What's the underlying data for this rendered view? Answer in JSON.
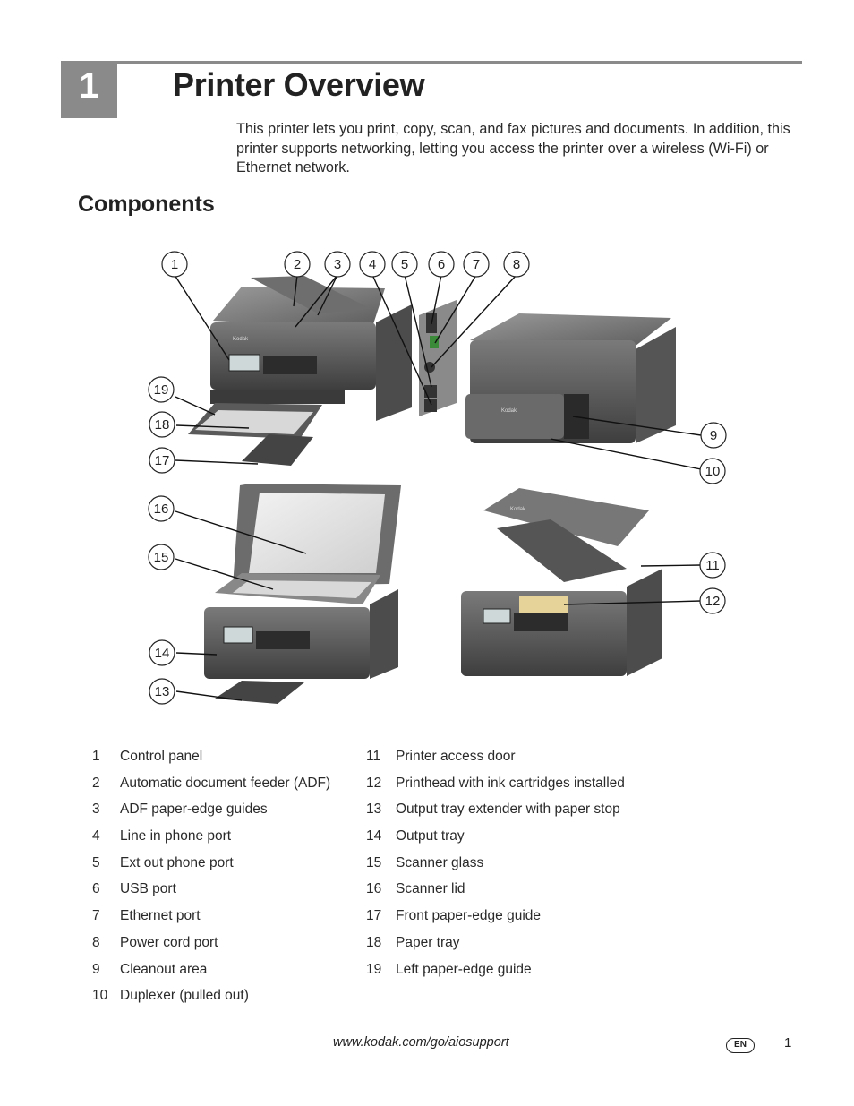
{
  "chapter_number": "1",
  "title": "Printer Overview",
  "intro": "This printer lets you print, copy, scan, and fax pictures and documents. In addition, this printer supports networking, letting you access the printer over a wireless (Wi-Fi) or Ethernet network.",
  "section_heading": "Components",
  "figure": {
    "brand_label": "Kodak",
    "callouts": [
      "1",
      "2",
      "3",
      "4",
      "5",
      "6",
      "7",
      "8",
      "9",
      "10",
      "11",
      "12",
      "13",
      "14",
      "15",
      "16",
      "17",
      "18",
      "19"
    ]
  },
  "components_left": [
    {
      "num": "1",
      "label": "Control panel"
    },
    {
      "num": "2",
      "label": "Automatic document feeder (ADF)"
    },
    {
      "num": "3",
      "label": "ADF paper-edge guides"
    },
    {
      "num": "4",
      "label": "Line in phone port"
    },
    {
      "num": "5",
      "label": "Ext out phone port"
    },
    {
      "num": "6",
      "label": "USB port"
    },
    {
      "num": "7",
      "label": "Ethernet port"
    },
    {
      "num": "8",
      "label": "Power cord port"
    },
    {
      "num": "9",
      "label": "Cleanout area"
    },
    {
      "num": "10",
      "label": "Duplexer (pulled out)"
    }
  ],
  "components_right": [
    {
      "num": "11",
      "label": "Printer access door"
    },
    {
      "num": "12",
      "label": "Printhead with ink cartridges installed"
    },
    {
      "num": "13",
      "label": "Output tray extender with paper stop"
    },
    {
      "num": "14",
      "label": "Output tray"
    },
    {
      "num": "15",
      "label": "Scanner glass"
    },
    {
      "num": "16",
      "label": "Scanner lid"
    },
    {
      "num": "17",
      "label": "Front paper-edge guide"
    },
    {
      "num": "18",
      "label": "Paper tray"
    },
    {
      "num": "19",
      "label": "Left paper-edge guide"
    }
  ],
  "footer": {
    "url": "www.kodak.com/go/aiosupport",
    "language": "EN",
    "page_number": "1"
  }
}
